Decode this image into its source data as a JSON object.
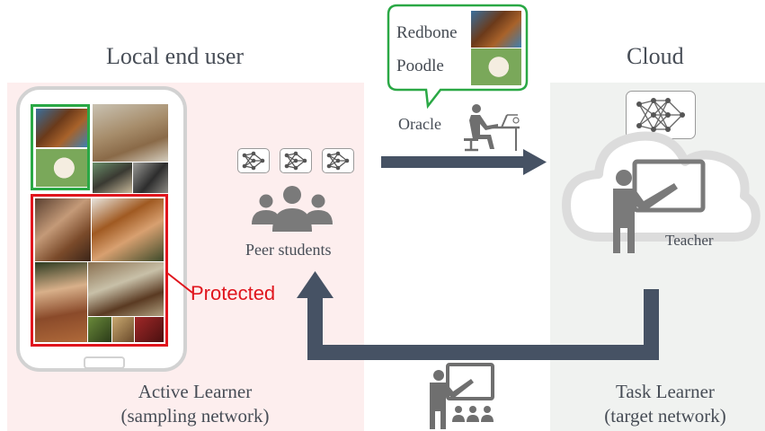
{
  "left_section": {
    "title": "Local end user",
    "caption_line1": "Active Learner",
    "caption_line2": "(sampling network)"
  },
  "right_section": {
    "title": "Cloud",
    "caption_line1": "Task Learner",
    "caption_line2": "(target network)"
  },
  "oracle": {
    "label": "Oracle",
    "bubble_labels": [
      "Redbone",
      "Poodle"
    ]
  },
  "peer_students": {
    "label": "Peer students"
  },
  "teacher": {
    "label": "Teacher"
  },
  "phone": {
    "protected_label": "Protected"
  },
  "colors": {
    "arrow": "#465264",
    "protected": "#e0151d",
    "labeled_box": "#2aa845",
    "left_panel": "#fdeeee",
    "right_panel": "#f0f2f0",
    "icon_gray": "#7a7a7a"
  },
  "icons": [
    "phone-icon",
    "network-icon",
    "people-group-icon",
    "oracle-person-icon",
    "cloud-icon",
    "teacher-icon",
    "teacher-students-icon"
  ]
}
